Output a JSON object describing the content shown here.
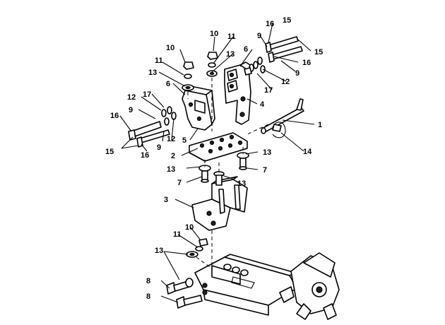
{
  "diagram": {
    "callouts": [
      {
        "id": "c-1",
        "text": "1"
      },
      {
        "id": "c-2",
        "text": "2"
      },
      {
        "id": "c-3",
        "text": "3"
      },
      {
        "id": "c-4",
        "text": "4"
      },
      {
        "id": "c-5",
        "text": "5"
      },
      {
        "id": "c-6a",
        "text": "6"
      },
      {
        "id": "c-6b",
        "text": "6"
      },
      {
        "id": "c-7a",
        "text": "7"
      },
      {
        "id": "c-7b",
        "text": "7"
      },
      {
        "id": "c-8a",
        "text": "8"
      },
      {
        "id": "c-8b",
        "text": "8"
      },
      {
        "id": "c-9a",
        "text": "9"
      },
      {
        "id": "c-9b",
        "text": "9"
      },
      {
        "id": "c-9c",
        "text": "9"
      },
      {
        "id": "c-9d",
        "text": "9"
      },
      {
        "id": "c-10a",
        "text": "10"
      },
      {
        "id": "c-10b",
        "text": "10"
      },
      {
        "id": "c-10c",
        "text": "10"
      },
      {
        "id": "c-11a",
        "text": "11"
      },
      {
        "id": "c-11b",
        "text": "11"
      },
      {
        "id": "c-11c",
        "text": "11"
      },
      {
        "id": "c-12a",
        "text": "12"
      },
      {
        "id": "c-12b",
        "text": "12"
      },
      {
        "id": "c-12c",
        "text": "12"
      },
      {
        "id": "c-13a",
        "text": "13"
      },
      {
        "id": "c-13b",
        "text": "13"
      },
      {
        "id": "c-13c",
        "text": "13"
      },
      {
        "id": "c-13d",
        "text": "13"
      },
      {
        "id": "c-13e",
        "text": "13"
      },
      {
        "id": "c-13f",
        "text": "13"
      },
      {
        "id": "c-14",
        "text": "14"
      },
      {
        "id": "c-15a",
        "text": "15"
      },
      {
        "id": "c-15b",
        "text": "15"
      },
      {
        "id": "c-15c",
        "text": "15"
      },
      {
        "id": "c-16a",
        "text": "16"
      },
      {
        "id": "c-16b",
        "text": "16"
      },
      {
        "id": "c-16c",
        "text": "16"
      },
      {
        "id": "c-16d",
        "text": "16"
      },
      {
        "id": "c-17a",
        "text": "17"
      },
      {
        "id": "c-17b",
        "text": "17"
      }
    ]
  }
}
